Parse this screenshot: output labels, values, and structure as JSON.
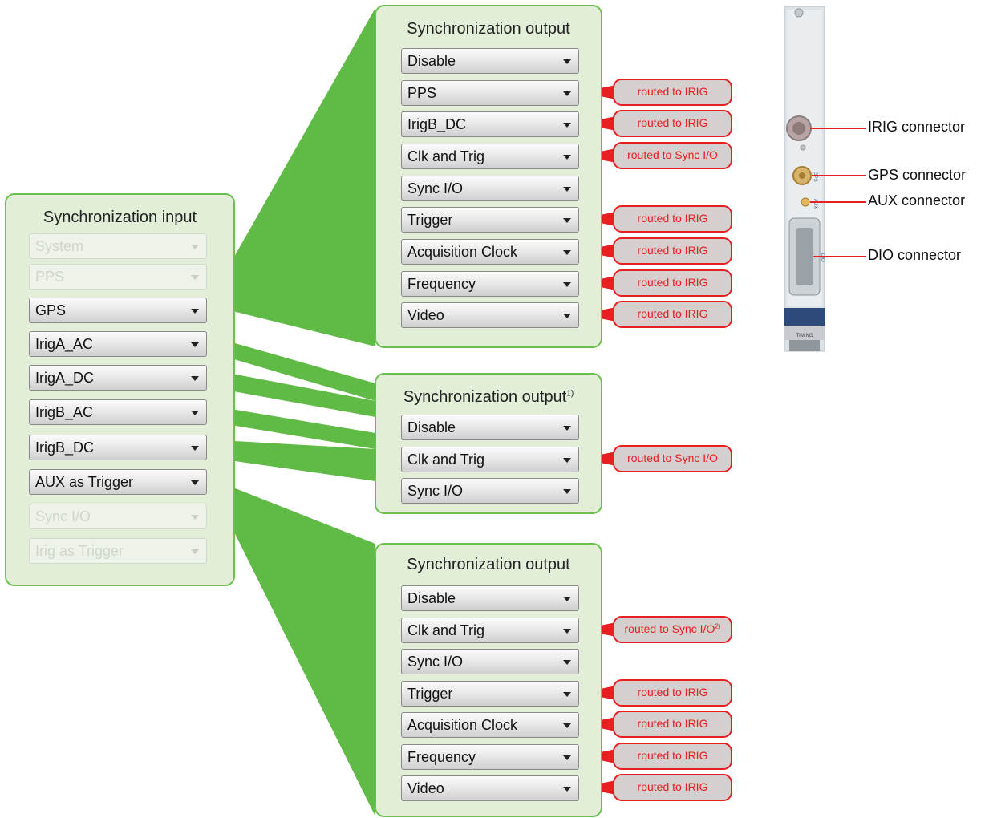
{
  "input": {
    "title": "Synchronization input",
    "items": [
      {
        "label": "System",
        "enabled": false
      },
      {
        "label": "PPS",
        "enabled": false
      },
      {
        "label": "GPS",
        "enabled": true
      },
      {
        "label": "IrigA_AC",
        "enabled": true
      },
      {
        "label": "IrigA_DC",
        "enabled": true
      },
      {
        "label": "IrigB_AC",
        "enabled": true
      },
      {
        "label": "IrigB_DC",
        "enabled": true
      },
      {
        "label": "AUX as Trigger",
        "enabled": true
      },
      {
        "label": "Sync I/O",
        "enabled": false
      },
      {
        "label": "Irig as Trigger",
        "enabled": false
      }
    ]
  },
  "outputs": [
    {
      "title": "Synchronization output",
      "title_footnote": "",
      "items": [
        {
          "label": "Disable",
          "note": ""
        },
        {
          "label": "PPS",
          "note": "routed to IRIG"
        },
        {
          "label": "IrigB_DC",
          "note": "routed to IRIG"
        },
        {
          "label": "Clk and Trig",
          "note": "routed to Sync I/O"
        },
        {
          "label": "Sync I/O",
          "note": ""
        },
        {
          "label": "Trigger",
          "note": "routed to IRIG"
        },
        {
          "label": "Acquisition Clock",
          "note": "routed to IRIG"
        },
        {
          "label": "Frequency",
          "note": "routed to IRIG"
        },
        {
          "label": "Video",
          "note": "routed to IRIG"
        }
      ]
    },
    {
      "title": "Synchronization output",
      "title_footnote": "1)",
      "items": [
        {
          "label": "Disable",
          "note": ""
        },
        {
          "label": "Clk and Trig",
          "note": "routed to Sync I/O"
        },
        {
          "label": "Sync I/O",
          "note": ""
        }
      ]
    },
    {
      "title": "Synchronization output",
      "title_footnote": "",
      "items": [
        {
          "label": "Disable",
          "note": ""
        },
        {
          "label": "Clk and Trig",
          "note": "routed to Sync I/O",
          "note_footnote": "2)"
        },
        {
          "label": "Sync I/O",
          "note": ""
        },
        {
          "label": "Trigger",
          "note": "routed to IRIG"
        },
        {
          "label": "Acquisition Clock",
          "note": "routed to IRIG"
        },
        {
          "label": "Frequency",
          "note": "routed to IRIG"
        },
        {
          "label": "Video",
          "note": "routed to IRIG"
        }
      ]
    }
  ],
  "hardware": {
    "connectors": [
      "IRIG connector",
      "GPS connector",
      "AUX connector",
      "DIO connector"
    ],
    "labels": [
      "GPS",
      "AUX",
      "DIO",
      "TIMING"
    ]
  },
  "colors": {
    "panel_fill": "#e2eed8",
    "panel_border": "#6ac04a",
    "funnel": "#5fba46",
    "note_fill": "#d6cfcf",
    "note_border": "#e62020"
  }
}
